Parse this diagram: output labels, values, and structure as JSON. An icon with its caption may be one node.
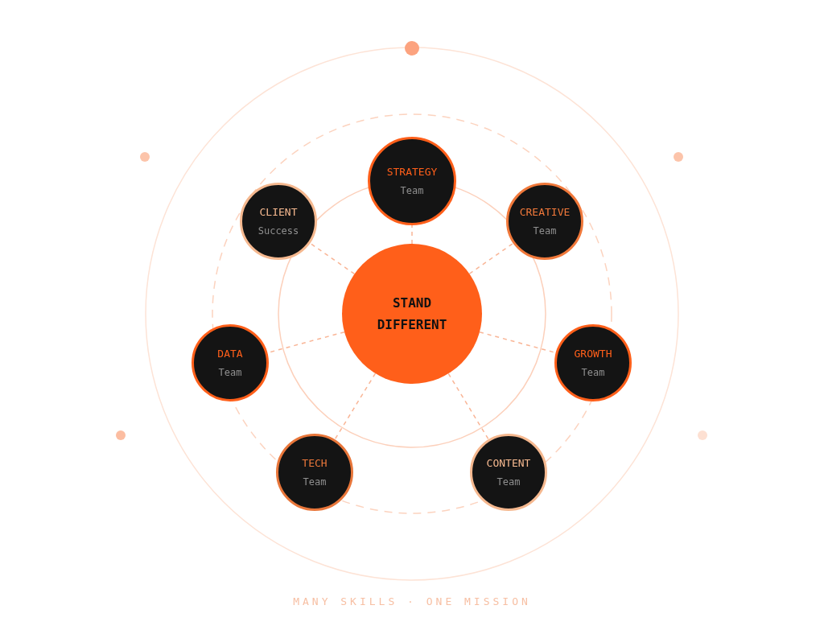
{
  "diagram": {
    "caption": "MANY SKILLS · ONE MISSION",
    "nodes": [
      {
        "text": [
          "STAND DIFFERENT"
        ]
      },
      {
        "text": [
          "STRATEGY",
          "Team"
        ]
      },
      {
        "text": [
          "CREATIVE",
          "Team"
        ]
      },
      {
        "text": [
          "GROWTH",
          "Team"
        ]
      },
      {
        "text": [
          "CONTENT",
          "Team"
        ]
      },
      {
        "text": [
          "TECH",
          "Team"
        ]
      },
      {
        "text": [
          "DATA",
          "Team"
        ]
      },
      {
        "text": [
          "CLIENT",
          "Success"
        ]
      }
    ],
    "edges": [
      {
        "from": 0,
        "to": 1,
        "arrow": "none",
        "style": "dashed"
      },
      {
        "from": 0,
        "to": 2,
        "arrow": "none",
        "style": "dashed"
      },
      {
        "from": 0,
        "to": 3,
        "arrow": "none",
        "style": "dashed"
      },
      {
        "from": 0,
        "to": 4,
        "arrow": "none",
        "style": "dashed"
      },
      {
        "from": 0,
        "to": 5,
        "arrow": "none",
        "style": "dashed"
      },
      {
        "from": 0,
        "to": 6,
        "arrow": "none",
        "style": "dashed"
      },
      {
        "from": 0,
        "to": 7,
        "arrow": "none",
        "style": "dashed"
      }
    ]
  }
}
